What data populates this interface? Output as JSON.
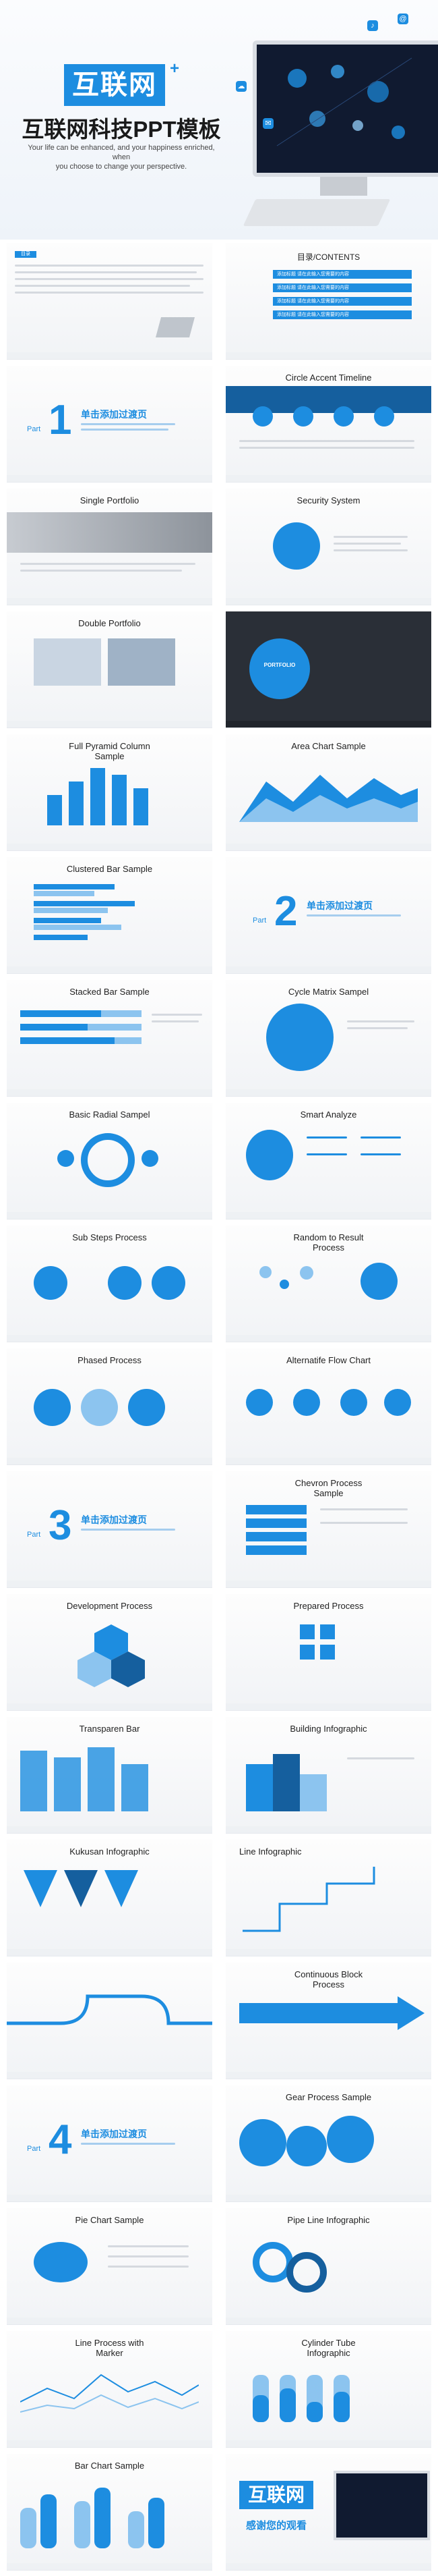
{
  "hero": {
    "title": "互联网",
    "plus": "+",
    "subtitle": "互联网科技PPT模板",
    "english_1": "Your life can be enhanced, and your happiness enriched, when",
    "english_2": "you choose to change your perspective."
  },
  "slides": {
    "s1": {
      "title": "目录",
      "toc": "目录/CONTENTS",
      "items": [
        "添加标题 请在此输入您需要的内容",
        "添加标题 请在此输入您需要的内容",
        "添加标题 请在此输入您需要的内容",
        "添加标题 请在此输入您需要的内容"
      ]
    },
    "s2": {
      "part": "Part",
      "num": "1",
      "text": "单击添加过渡页"
    },
    "s3": {
      "title": "Circle Accent Timeline"
    },
    "s4": {
      "title": "Single Portfolio"
    },
    "s5": {
      "title": "Security System"
    },
    "s6": {
      "title": "Double Portfolio"
    },
    "s7": {
      "title": "PORTFOLIO"
    },
    "s8": {
      "title": "Full Pyramid Column Sample"
    },
    "s9": {
      "title": "Area Chart Sample"
    },
    "s10": {
      "title": "Clustered Bar Sample"
    },
    "s11": {
      "part": "Part",
      "num": "2",
      "text": "单击添加过渡页"
    },
    "s12": {
      "title": "Stacked Bar Sample"
    },
    "s13": {
      "title": "Cycle Matrix Sampel"
    },
    "s14": {
      "title": "Basic Radial Sampel"
    },
    "s15": {
      "title": "Smart Analyze"
    },
    "s16": {
      "title": "Sub Steps Process"
    },
    "s17": {
      "title": "Random to Result Process"
    },
    "s18": {
      "title": "Phased Process"
    },
    "s19": {
      "title": "Alternatife Flow Chart"
    },
    "s20": {
      "part": "Part",
      "num": "3",
      "text": "单击添加过渡页"
    },
    "s21": {
      "title": "Chevron Process Sample"
    },
    "s22": {
      "title": "Development Process"
    },
    "s23": {
      "title": "Prepared Process"
    },
    "s24": {
      "title": "Transparen Bar"
    },
    "s25": {
      "title": "Building Infographic"
    },
    "s26": {
      "title": "Kukusan Infographic"
    },
    "s27": {
      "title": "Line Infographic"
    },
    "s28": {
      "title": ""
    },
    "s29": {
      "title": "Continuous Block Process"
    },
    "s30": {
      "part": "Part",
      "num": "4",
      "text": "单击添加过渡页"
    },
    "s31": {
      "title": "Gear Process Sample"
    },
    "s32": {
      "title": "Pie Chart Sample"
    },
    "s33": {
      "title": "Pipe Line Infographic"
    },
    "s34": {
      "title": "Line Process with Marker"
    },
    "s35": {
      "title": "Cylinder Tube Infographic"
    },
    "s36": {
      "title": "Bar Chart Sample"
    },
    "s37": {
      "title": "互联网",
      "sub": "感谢您的观看"
    }
  },
  "colors": {
    "accent": "#1d8de0",
    "light": "#8cc4ef",
    "dark": "#155f9e"
  }
}
